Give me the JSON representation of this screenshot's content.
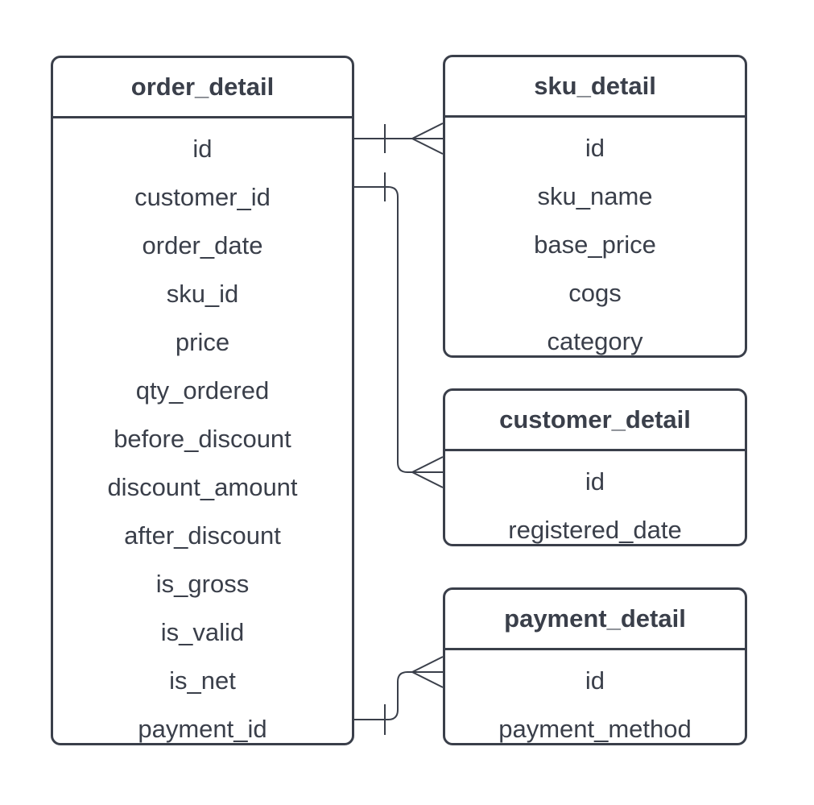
{
  "entities": {
    "order_detail": {
      "title": "order_detail",
      "fields": [
        "id",
        "customer_id",
        "order_date",
        "sku_id",
        "price",
        "qty_ordered",
        "before_discount",
        "discount_amount",
        "after_discount",
        "is_gross",
        "is_valid",
        "is_net",
        "payment_id"
      ]
    },
    "sku_detail": {
      "title": "sku_detail",
      "fields": [
        "id",
        "sku_name",
        "base_price",
        "cogs",
        "category"
      ]
    },
    "customer_detail": {
      "title": "customer_detail",
      "fields": [
        "id",
        "registered_date"
      ]
    },
    "payment_detail": {
      "title": "payment_detail",
      "fields": [
        "id",
        "payment_method"
      ]
    }
  },
  "relationships": [
    {
      "from": "order_detail.id",
      "to": "sku_detail.id",
      "from_cardinality": "one",
      "to_cardinality": "many"
    },
    {
      "from": "order_detail.customer_id",
      "to": "customer_detail.id",
      "from_cardinality": "one",
      "to_cardinality": "many"
    },
    {
      "from": "order_detail.payment_id",
      "to": "payment_detail.id",
      "from_cardinality": "one",
      "to_cardinality": "many"
    }
  ],
  "colors": {
    "stroke": "#3a3f4a",
    "background": "#ffffff"
  }
}
